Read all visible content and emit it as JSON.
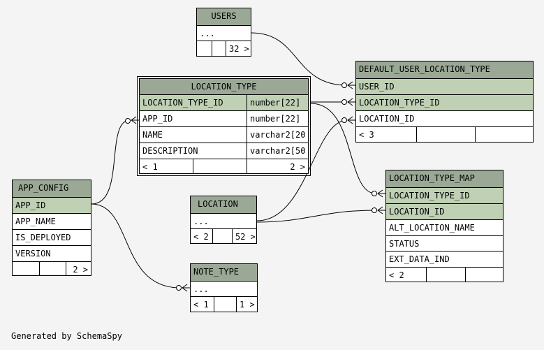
{
  "tables": {
    "users": {
      "name": "USERS",
      "ellipsis": "...",
      "footer_count": "32 >"
    },
    "location_type": {
      "name": "LOCATION_TYPE",
      "columns": [
        {
          "name": "LOCATION_TYPE_ID",
          "type": "number[22]"
        },
        {
          "name": "APP_ID",
          "type": "number[22]"
        },
        {
          "name": "NAME",
          "type": "varchar2[20"
        },
        {
          "name": "DESCRIPTION",
          "type": "varchar2[50"
        }
      ],
      "footer_left": "< 1",
      "footer_right": "2 >"
    },
    "default_user_location_type": {
      "name": "DEFAULT_USER_LOCATION_TYPE",
      "columns": [
        "USER_ID",
        "LOCATION_TYPE_ID",
        "LOCATION_ID"
      ],
      "footer_left": "< 3"
    },
    "app_config": {
      "name": "APP_CONFIG",
      "columns": [
        "APP_ID",
        "APP_NAME",
        "IS_DEPLOYED",
        "VERSION"
      ],
      "footer_right": "2 >"
    },
    "location": {
      "name": "LOCATION",
      "ellipsis": "...",
      "footer_left": "< 2",
      "footer_right": "52 >"
    },
    "location_type_map": {
      "name": "LOCATION_TYPE_MAP",
      "columns": [
        "LOCATION_TYPE_ID",
        "LOCATION_ID",
        "ALT_LOCATION_NAME",
        "STATUS",
        "EXT_DATA_IND"
      ],
      "footer_left": "< 2"
    },
    "note_type": {
      "name": "NOTE_TYPE",
      "ellipsis": "...",
      "footer_left": "< 1",
      "footer_right": "1 >"
    }
  },
  "footer_text": "Generated by SchemaSpy",
  "colors": {
    "header": "#9aa895",
    "key_column": "#bfd0b4",
    "background": "#f4f4f4"
  }
}
